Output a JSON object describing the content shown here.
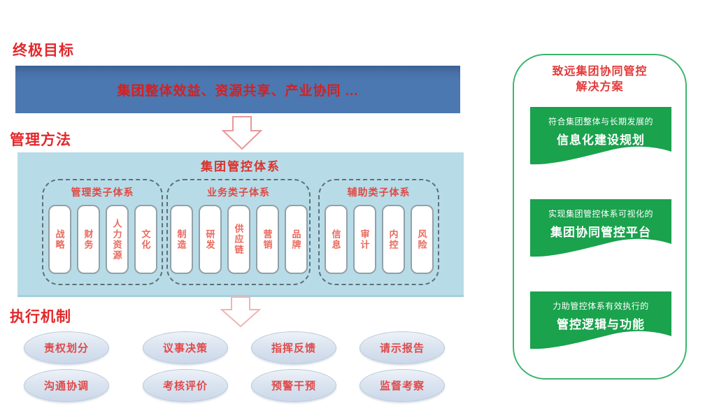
{
  "headings": {
    "goal": "终极目标",
    "method": "管理方法",
    "mechanism": "执行机制"
  },
  "goal_banner": {
    "text": "集团整体效益、资源共享、产业协同 ..."
  },
  "control_system": {
    "title": "集团管控体系",
    "groups": [
      {
        "title": "管理类子体系",
        "items": [
          "战略",
          "财务",
          "人力资源",
          "文化"
        ]
      },
      {
        "title": "业务类子体系",
        "items": [
          "制造",
          "研发",
          "供应链",
          "营销",
          "品牌"
        ]
      },
      {
        "title": "辅助类子体系",
        "items": [
          "信息",
          "审计",
          "内控",
          "风险"
        ]
      }
    ]
  },
  "mechanism": {
    "rows": [
      [
        "责权划分",
        "议事决策",
        "指挥反馈",
        "请示报告"
      ],
      [
        "沟通协调",
        "考核评价",
        "预警干预",
        "监督考察"
      ]
    ]
  },
  "solution": {
    "title_line1": "致远集团协同管控",
    "title_line2": "解决方案",
    "banners": [
      {
        "line1": "符合集团整体与长期发展的",
        "line2": "信息化建设规划"
      },
      {
        "line1": "实现集团管控体系可视化的",
        "line2": "集团协同管控平台"
      },
      {
        "line1": "力助管控体系有效执行的",
        "line2": "管控逻辑与功能"
      }
    ]
  },
  "colors": {
    "accent_red": "#e3282b",
    "banner_blue": "#4b78b0",
    "box_blue": "#b7dce8",
    "green": "#1aa24d",
    "panel_border_green": "#3cb56d"
  }
}
